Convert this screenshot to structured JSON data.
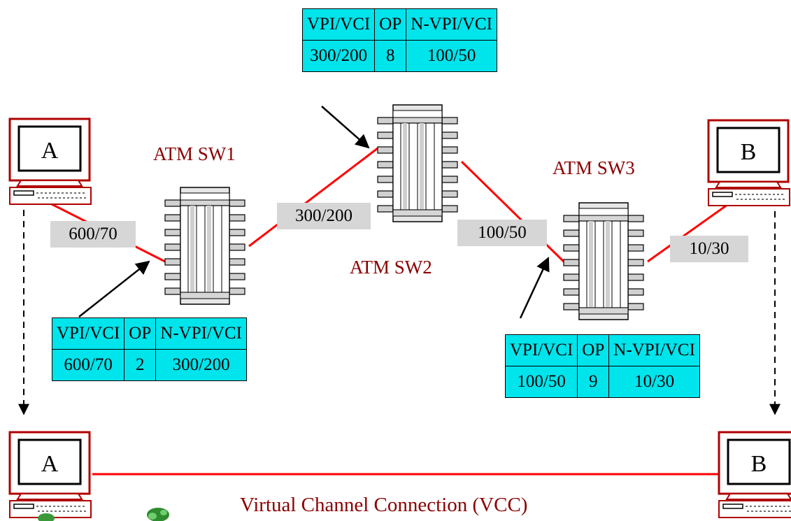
{
  "title": "Virtual Channel Connection (VCC)",
  "hosts": {
    "a_top": "A",
    "b_top": "B",
    "a_bottom": "A",
    "b_bottom": "B"
  },
  "switches": {
    "sw1": "ATM SW1",
    "sw2": "ATM SW2",
    "sw3": "ATM SW3"
  },
  "link_labels": {
    "a_sw1": "600/70",
    "sw1_sw2": "300/200",
    "sw2_sw3": "100/50",
    "sw3_b": "10/30"
  },
  "tables": {
    "headers": [
      "VPI/VCI",
      "OP",
      "N-VPI/VCI"
    ],
    "sw1": [
      "600/70",
      "2",
      "300/200"
    ],
    "sw2": [
      "300/200",
      "8",
      "100/50"
    ],
    "sw3": [
      "100/50",
      "9",
      "10/30"
    ]
  },
  "colors": {
    "table_fill": "#00e4ec",
    "link_line": "#ff0000",
    "label_fill": "#d6d6d6",
    "text_darkred": "#8b0000",
    "computer_red": "#b00000"
  }
}
